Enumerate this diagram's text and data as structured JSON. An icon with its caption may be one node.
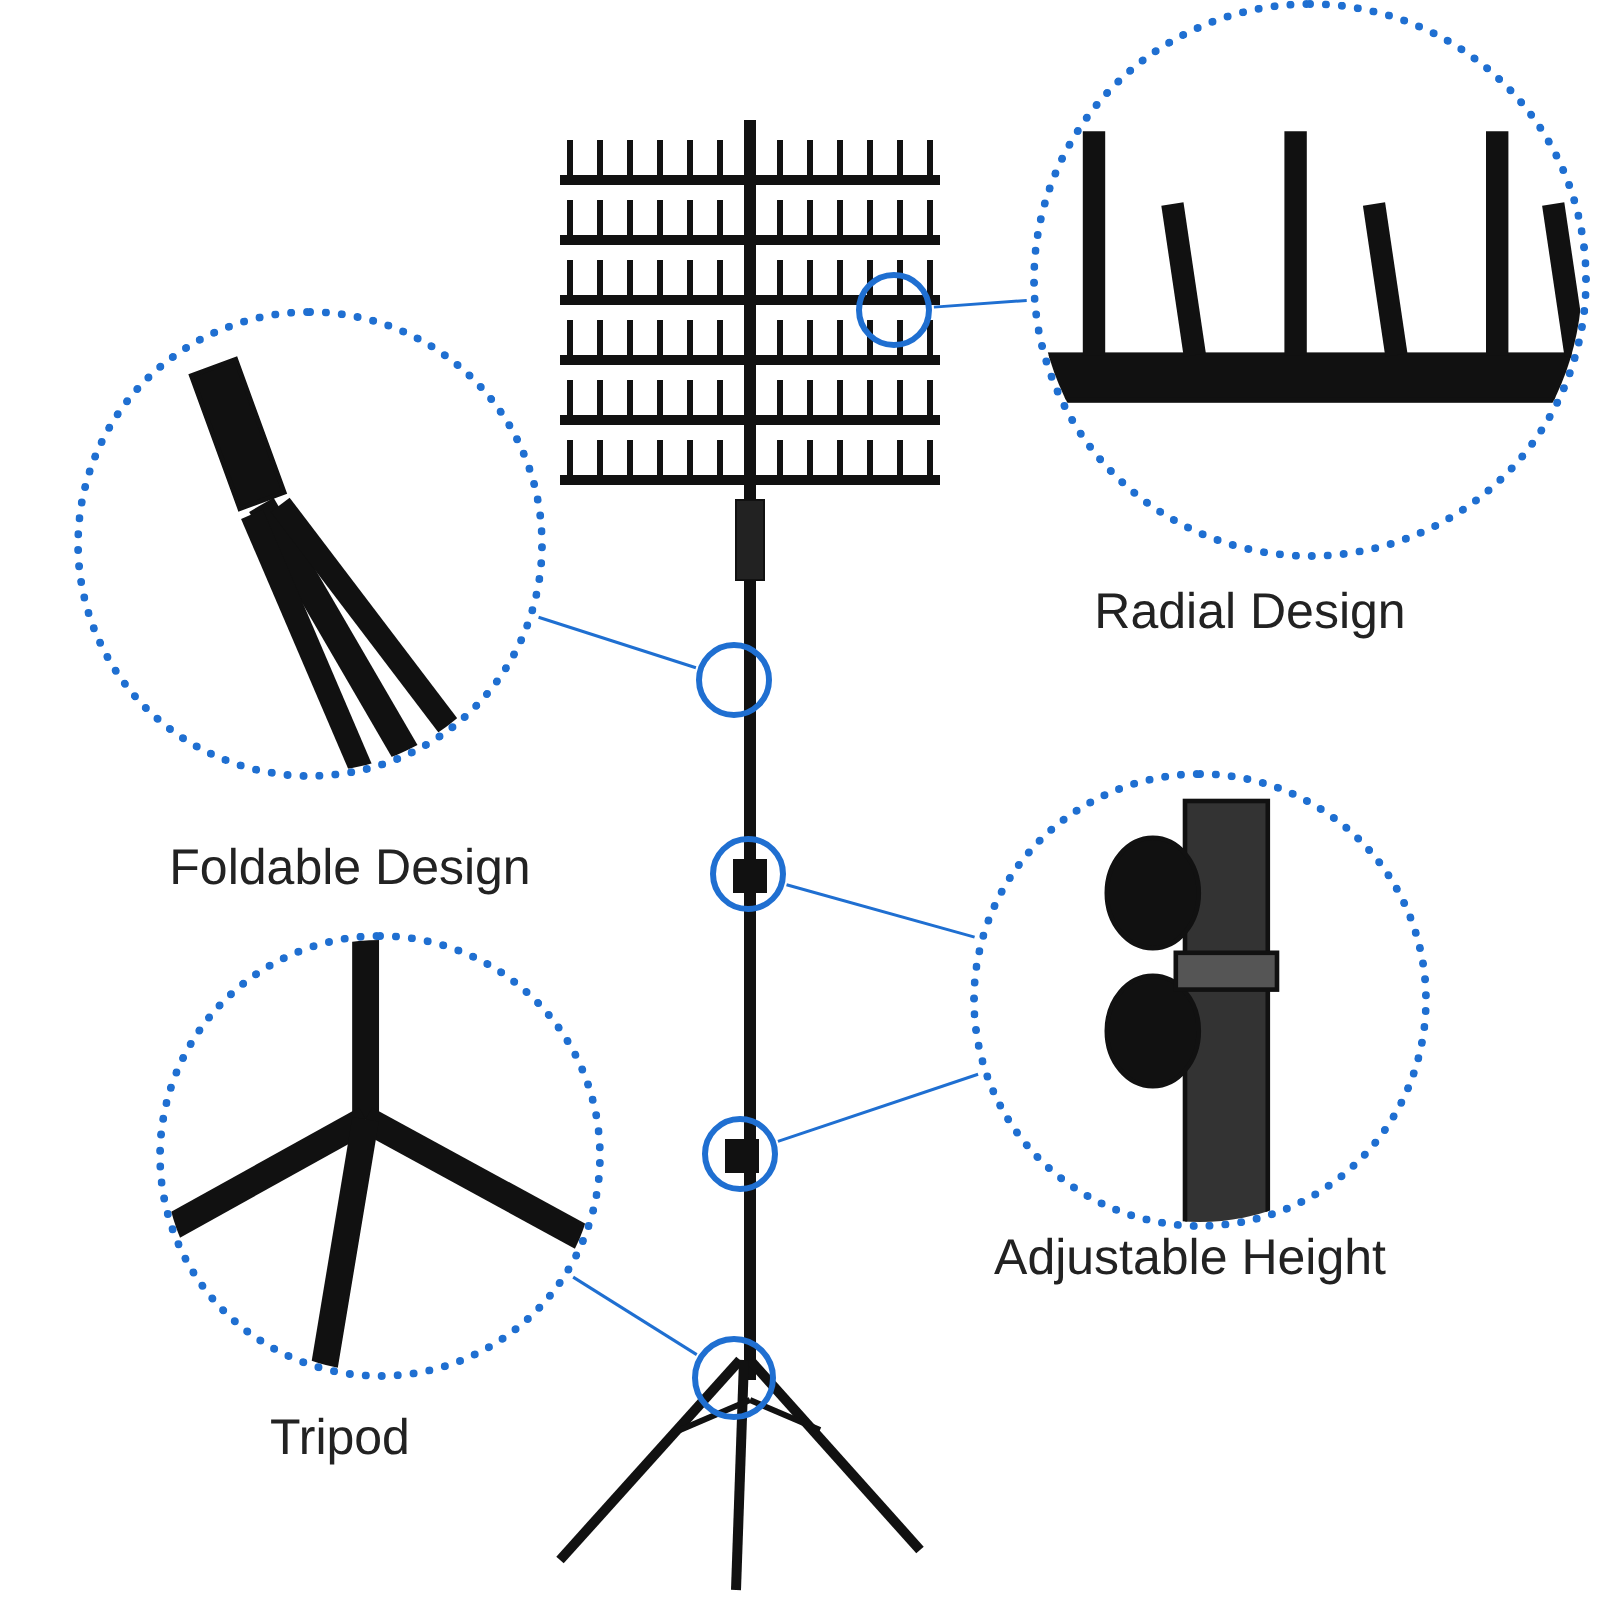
{
  "diagram": {
    "nodes": [
      {
        "text": [],
        "shape": "picture"
      },
      {
        "text": [],
        "shape": "circle",
        "in": 0
      },
      {
        "text": [],
        "shape": "circle",
        "in": 0
      },
      {
        "text": [],
        "shape": "circle",
        "in": 0
      },
      {
        "text": [],
        "shape": "circle",
        "in": 0
      },
      {
        "text": [],
        "shape": "circle",
        "in": 0
      },
      {
        "text": [
          "Radial Design"
        ]
      },
      {
        "text": [
          "Foldable Design"
        ]
      },
      {
        "text": [
          "Adjustable Height"
        ]
      },
      {
        "text": [
          "Tripod"
        ]
      }
    ],
    "edges": [
      {
        "from": 1,
        "to": 6,
        "arrow": "none"
      },
      {
        "from": 2,
        "to": 7,
        "arrow": "none"
      },
      {
        "from": 3,
        "to": 8,
        "arrow": "none"
      },
      {
        "from": 4,
        "to": 8,
        "arrow": "none"
      },
      {
        "from": 5,
        "to": 9,
        "arrow": "none"
      }
    ]
  }
}
